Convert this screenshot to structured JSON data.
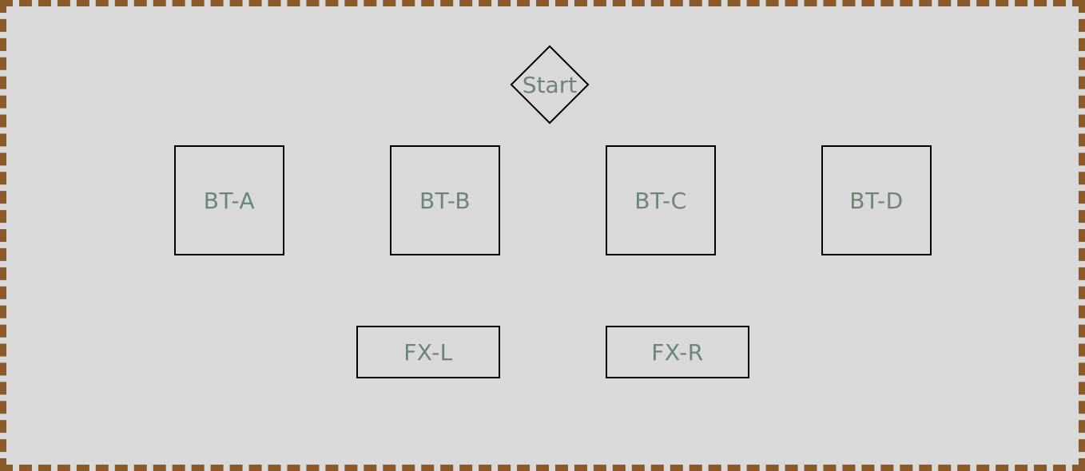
{
  "controller": {
    "start": {
      "label": "Start",
      "shape": "diamond"
    },
    "bt_buttons": [
      {
        "label": "BT-A"
      },
      {
        "label": "BT-B"
      },
      {
        "label": "BT-C"
      },
      {
        "label": "BT-D"
      }
    ],
    "fx_buttons": [
      {
        "label": "FX-L"
      },
      {
        "label": "FX-R"
      }
    ]
  },
  "colors": {
    "background": "#d9d9d9",
    "border_dashed": "#8a5a2b",
    "outline": "#000000",
    "label_text": "#6b8577"
  }
}
